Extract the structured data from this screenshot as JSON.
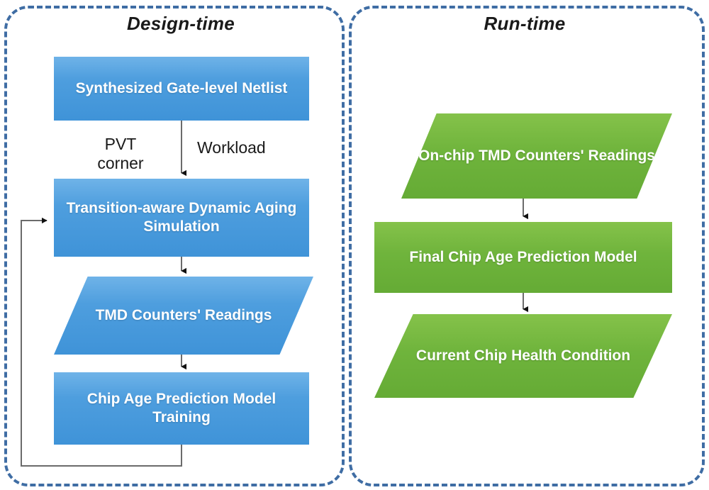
{
  "figure": {
    "kind": "flowchart",
    "panels": [
      {
        "id": "design-time",
        "title": "Design-time",
        "accent": "#3f93d8",
        "border_color": "#3f6da4",
        "nodes": [
          {
            "id": "netlist",
            "shape": "rectangle",
            "label": "Synthesized Gate-level Netlist"
          },
          {
            "id": "sim",
            "shape": "rectangle",
            "label": "Transition-aware Dynamic Aging Simulation"
          },
          {
            "id": "tmd",
            "shape": "parallelogram",
            "label": "TMD Counters' Readings"
          },
          {
            "id": "training",
            "shape": "rectangle",
            "label": "Chip Age Prediction Model Training"
          }
        ],
        "edge_labels": [
          {
            "id": "pvt",
            "text": "PVT\ncorner"
          },
          {
            "id": "workload",
            "text": "Workload"
          }
        ]
      },
      {
        "id": "run-time",
        "title": "Run-time",
        "accent": "#6fb43c",
        "border_color": "#3f6da4",
        "nodes": [
          {
            "id": "onchip",
            "shape": "parallelogram",
            "label": "On-chip TMD Counters' Readings"
          },
          {
            "id": "final",
            "shape": "rectangle",
            "label": "Final Chip Age Prediction Model"
          },
          {
            "id": "health",
            "shape": "parallelogram",
            "label": "Current Chip Health Condition"
          }
        ],
        "edge_labels": []
      }
    ],
    "edges": [
      {
        "from": "netlist",
        "to": "sim",
        "label": "Workload",
        "style": "straight-down"
      },
      {
        "from": "sim",
        "to": "tmd",
        "label": "",
        "style": "straight-down"
      },
      {
        "from": "tmd",
        "to": "training",
        "label": "",
        "style": "straight-down"
      },
      {
        "from": "training",
        "to": "sim",
        "label": "",
        "style": "feedback-loop-left"
      },
      {
        "from": "onchip",
        "to": "final",
        "label": "",
        "style": "straight-down"
      },
      {
        "from": "final",
        "to": "health",
        "label": "",
        "style": "straight-down"
      }
    ],
    "connector_color": "#6b6b6b",
    "arrowhead_color": "#111111"
  }
}
